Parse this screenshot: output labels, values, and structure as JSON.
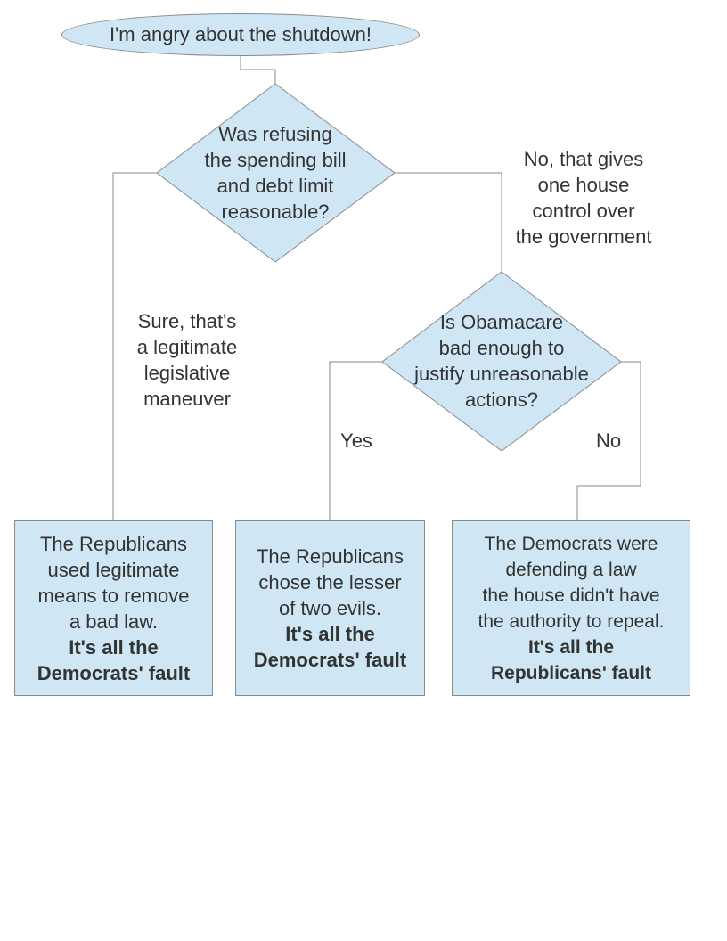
{
  "start": {
    "label": "I'm angry about the shutdown!"
  },
  "decision_1": {
    "question": "Was refusing\nthe spending bill\nand debt limit\nreasonable?",
    "left_answer": "Sure, that's\na legitimate\nlegislative\nmaneuver",
    "right_answer": "No, that gives\none house\ncontrol over\nthe government"
  },
  "decision_2": {
    "question": "Is Obamacare\nbad enough to\njustify unreasonable\nactions?",
    "left_answer": "Yes",
    "right_answer": "No"
  },
  "results": [
    {
      "body": "The Republicans\nused legitimate\nmeans to remove\na bad law.",
      "verdict": "It's all the\nDemocrats' fault"
    },
    {
      "body": "The Republicans\nchose the lesser\nof two evils.",
      "verdict": "It's all the\nDemocrats' fault"
    },
    {
      "body": "The Democrats were\ndefending a law\nthe house didn't have\nthe authority to repeal.",
      "verdict": "It's all the\nRepublicans' fault"
    }
  ],
  "colors": {
    "shape_fill": "#cfe7f5",
    "shape_stroke": "#8a8a8a",
    "connector": "#8a8a8a",
    "text": "#333333"
  }
}
